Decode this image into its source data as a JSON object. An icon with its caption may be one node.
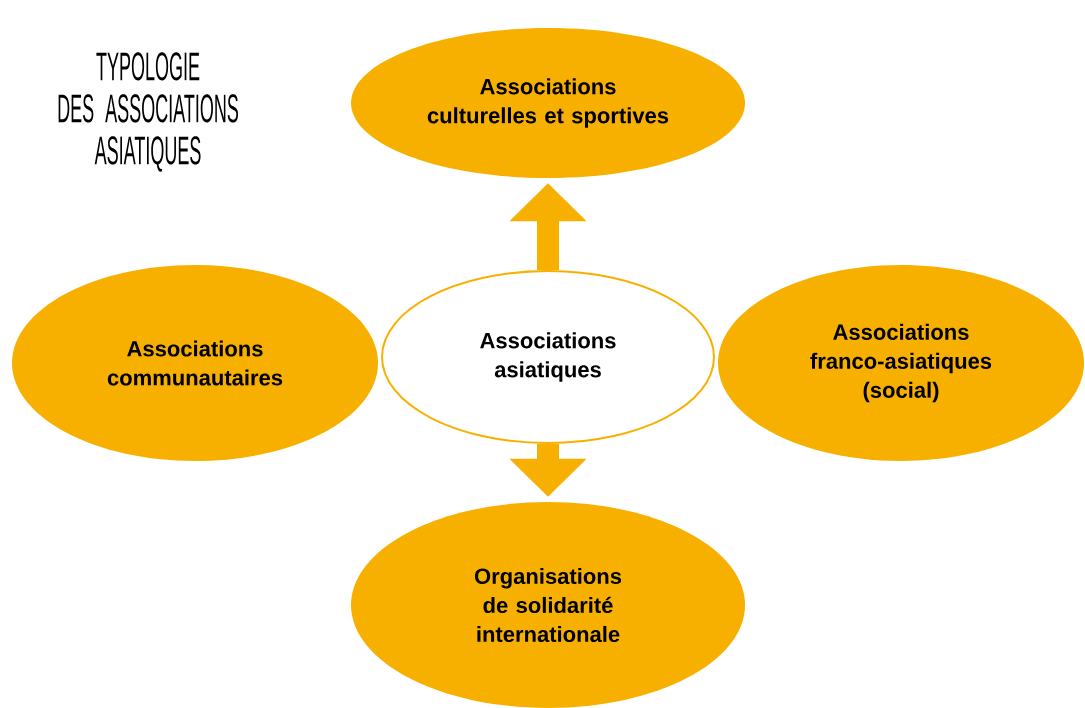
{
  "diagram": {
    "title": "TYPOLOGIE DES ASSOCIATIONS ASIATIQUES",
    "nodes": [
      {
        "text": [
          "Associations asiatiques"
        ]
      },
      {
        "text": [
          "Associations culturelles et sportives"
        ]
      },
      {
        "text": [
          "Associations communautaires"
        ]
      },
      {
        "text": [
          "Associations franco-asiatiques (social)"
        ]
      },
      {
        "text": [
          "Organisations de solidarité internationale"
        ]
      }
    ],
    "edges": [
      {
        "from": 0,
        "to": 1,
        "arrow": "to"
      },
      {
        "from": 0,
        "to": 4,
        "arrow": "to"
      }
    ]
  }
}
